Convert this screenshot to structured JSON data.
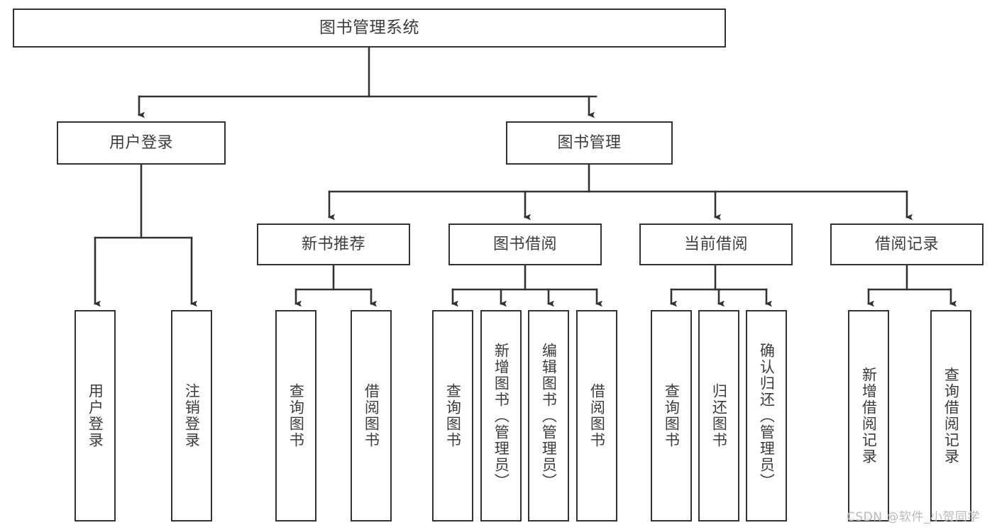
{
  "diagram": {
    "title": "图书管理系统",
    "type": "功能结构图",
    "watermark": "CSDN @软件_小贺同学",
    "colors": {
      "border": "#333333",
      "text": "#3c3c3c",
      "background": "#ffffff",
      "watermark": "#b9b9b9"
    },
    "levels": {
      "root": {
        "label": "图书管理系统"
      },
      "level2": [
        {
          "id": "user-login",
          "label": "用户登录"
        },
        {
          "id": "book-manage",
          "label": "图书管理"
        }
      ],
      "level3": [
        {
          "id": "new-book-recommend",
          "label": "新书推荐",
          "parent": "book-manage"
        },
        {
          "id": "book-borrow",
          "label": "图书借阅",
          "parent": "book-manage"
        },
        {
          "id": "current-borrow",
          "label": "当前借阅",
          "parent": "book-manage"
        },
        {
          "id": "borrow-record",
          "label": "借阅记录",
          "parent": "book-manage"
        }
      ],
      "leaves": {
        "user_login": [
          {
            "id": "leaf-user-login",
            "label": "用户登录"
          },
          {
            "id": "leaf-logout",
            "label": "注销登录"
          }
        ],
        "new_book_recommend": [
          {
            "id": "leaf-query-book-1",
            "label": "查询图书"
          },
          {
            "id": "leaf-borrow-book-1",
            "label": "借阅图书"
          }
        ],
        "book_borrow": [
          {
            "id": "leaf-query-book-2",
            "label": "查询图书"
          },
          {
            "id": "leaf-add-book",
            "label": "新增图书（管理员）"
          },
          {
            "id": "leaf-edit-book",
            "label": "编辑图书（管理员）"
          },
          {
            "id": "leaf-borrow-book-2",
            "label": "借阅图书"
          }
        ],
        "current_borrow": [
          {
            "id": "leaf-query-book-3",
            "label": "查询图书"
          },
          {
            "id": "leaf-return-book",
            "label": "归还图书"
          },
          {
            "id": "leaf-confirm-return",
            "label": "确认归还（管理员）"
          }
        ],
        "borrow_record": [
          {
            "id": "leaf-add-record",
            "label": "新增借阅记录"
          },
          {
            "id": "leaf-query-record",
            "label": "查询借阅记录"
          }
        ]
      }
    }
  }
}
